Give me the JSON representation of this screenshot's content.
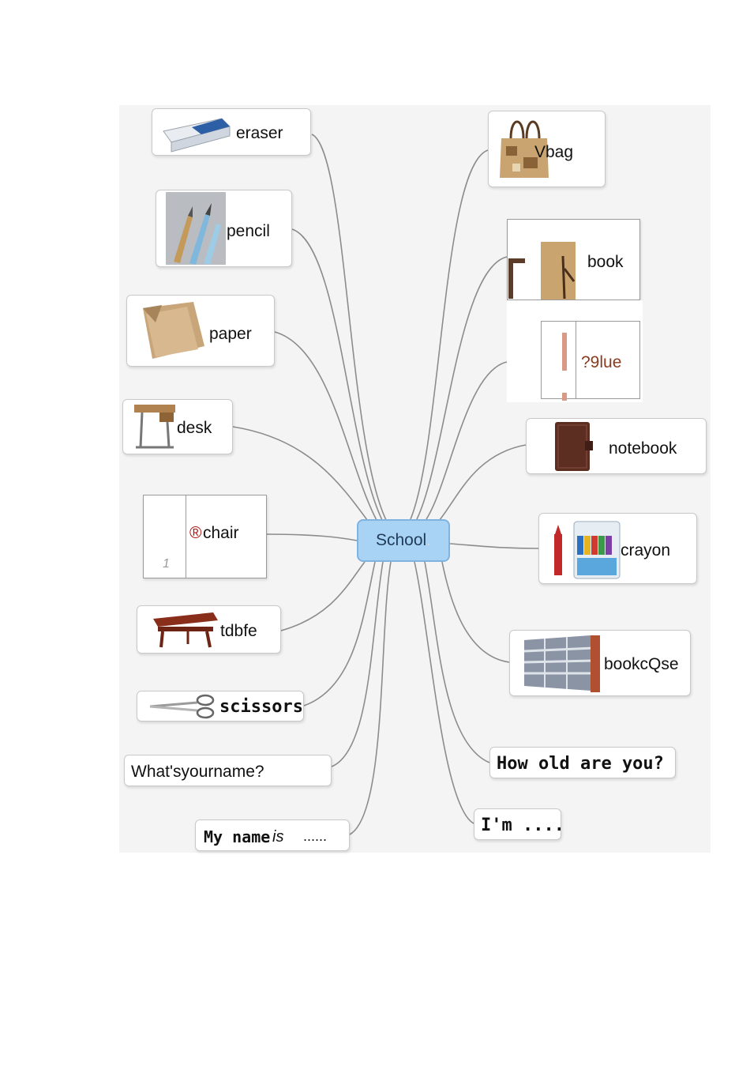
{
  "center": "School",
  "nodes": {
    "eraser": "eraser",
    "pencil": "pencil",
    "paper": "paper",
    "desk": "desk",
    "chair_mark": "®",
    "chair": "chair",
    "chair_num": "1",
    "table": "tdbfe",
    "scissors": "scissors",
    "whats_name": "What'syourname?",
    "my_name_a": "My name",
    "my_name_b": "is",
    "my_name_c": " ......",
    "bag": "Vbag",
    "book": "book",
    "glue": "?9lue",
    "notebook": "notebook",
    "crayon": "crayon",
    "bookcase": "bookcQse",
    "how_old": "How old are you?",
    "im": "I'm ......"
  },
  "icons": [
    "eraser-icon",
    "pencil-icon",
    "paper-icon",
    "desk-icon",
    "table-icon",
    "scissors-icon",
    "bag-icon",
    "book-icon",
    "glue-icon",
    "notebook-icon",
    "crayon-icon",
    "bookcase-icon"
  ]
}
